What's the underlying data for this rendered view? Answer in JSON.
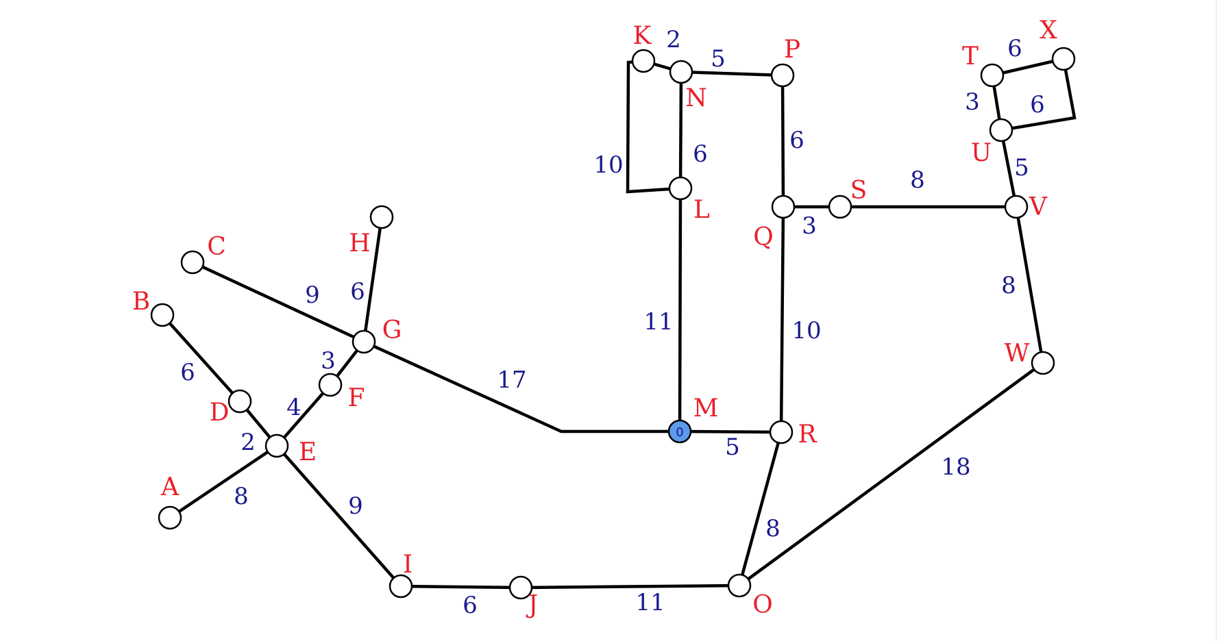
{
  "colors": {
    "node_label": "#e8202a",
    "weight_label": "#1a1a8c",
    "start_node_fill": "#5b9bea",
    "node_fill": "#ffffff",
    "edge": "#000000"
  },
  "start_node": "M",
  "start_value": "0",
  "nodes": [
    "A",
    "B",
    "C",
    "D",
    "E",
    "F",
    "G",
    "H",
    "I",
    "J",
    "K",
    "L",
    "M",
    "N",
    "O",
    "P",
    "Q",
    "R",
    "S",
    "T",
    "U",
    "V",
    "W",
    "X"
  ],
  "edges": [
    {
      "from": "A",
      "to": "E",
      "weight": "8"
    },
    {
      "from": "B",
      "to": "D",
      "weight": "6"
    },
    {
      "from": "D",
      "to": "E",
      "weight": "2"
    },
    {
      "from": "E",
      "to": "F",
      "weight": "4"
    },
    {
      "from": "F",
      "to": "G",
      "weight": "3"
    },
    {
      "from": "C",
      "to": "G",
      "weight": "9"
    },
    {
      "from": "H",
      "to": "G",
      "weight": "6"
    },
    {
      "from": "G",
      "to": "M",
      "weight": "17"
    },
    {
      "from": "E",
      "to": "I",
      "weight": "9"
    },
    {
      "from": "I",
      "to": "J",
      "weight": "6"
    },
    {
      "from": "J",
      "to": "O",
      "weight": "11"
    },
    {
      "from": "K",
      "to": "N",
      "weight": "2"
    },
    {
      "from": "K",
      "to": "L",
      "weight": "10"
    },
    {
      "from": "N",
      "to": "L",
      "weight": "6"
    },
    {
      "from": "N",
      "to": "P",
      "weight": "5"
    },
    {
      "from": "L",
      "to": "M",
      "weight": "11"
    },
    {
      "from": "M",
      "to": "R",
      "weight": "5"
    },
    {
      "from": "P",
      "to": "Q",
      "weight": "6"
    },
    {
      "from": "Q",
      "to": "S",
      "weight": "3"
    },
    {
      "from": "Q",
      "to": "R",
      "weight": "10"
    },
    {
      "from": "R",
      "to": "O",
      "weight": "8"
    },
    {
      "from": "S",
      "to": "V",
      "weight": "8"
    },
    {
      "from": "T",
      "to": "X",
      "weight": "6"
    },
    {
      "from": "T",
      "to": "U",
      "weight": "3"
    },
    {
      "from": "U",
      "to": "X",
      "weight": "6"
    },
    {
      "from": "U",
      "to": "V",
      "weight": "5"
    },
    {
      "from": "V",
      "to": "W",
      "weight": "8"
    },
    {
      "from": "W",
      "to": "O",
      "weight": "18"
    }
  ]
}
